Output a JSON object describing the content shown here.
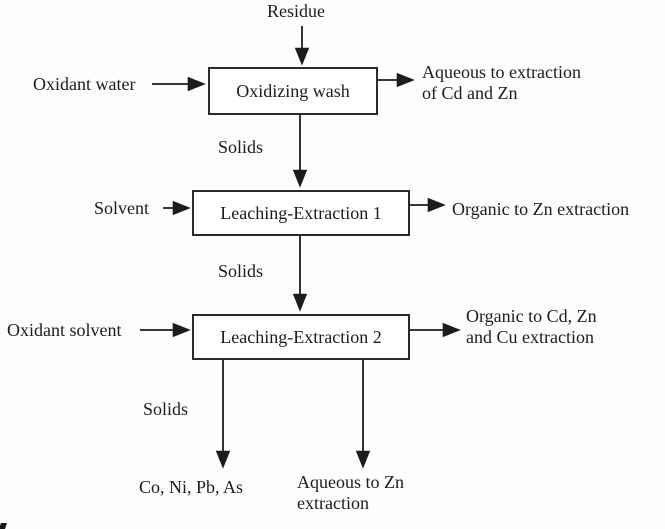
{
  "colors": {
    "ink": "#1c1c1c",
    "box_border": "#2a2a2a",
    "background": "#fdfdfd"
  },
  "flow": {
    "source_label": "Residue",
    "stages": [
      {
        "box_label": "Oxidizing wash",
        "left_input": "Oxidant water",
        "right_output_lines": [
          "Aqueous to extraction",
          "of Cd and Zn"
        ],
        "down_label": "Solids"
      },
      {
        "box_label": "Leaching-Extraction 1",
        "left_input": "Solvent",
        "right_output_lines": [
          "Organic to Zn extraction"
        ],
        "down_label": "Solids"
      },
      {
        "box_label": "Leaching-Extraction 2",
        "left_input": "Oxidant solvent",
        "right_output_lines": [
          "Organic to Cd, Zn",
          "and Cu extraction"
        ],
        "down_label": "Solids"
      }
    ],
    "bottom_outputs": [
      {
        "lines": [
          "Co, Ni, Pb, As"
        ]
      },
      {
        "lines": [
          "Aqueous to Zn",
          "extraction"
        ]
      }
    ]
  }
}
